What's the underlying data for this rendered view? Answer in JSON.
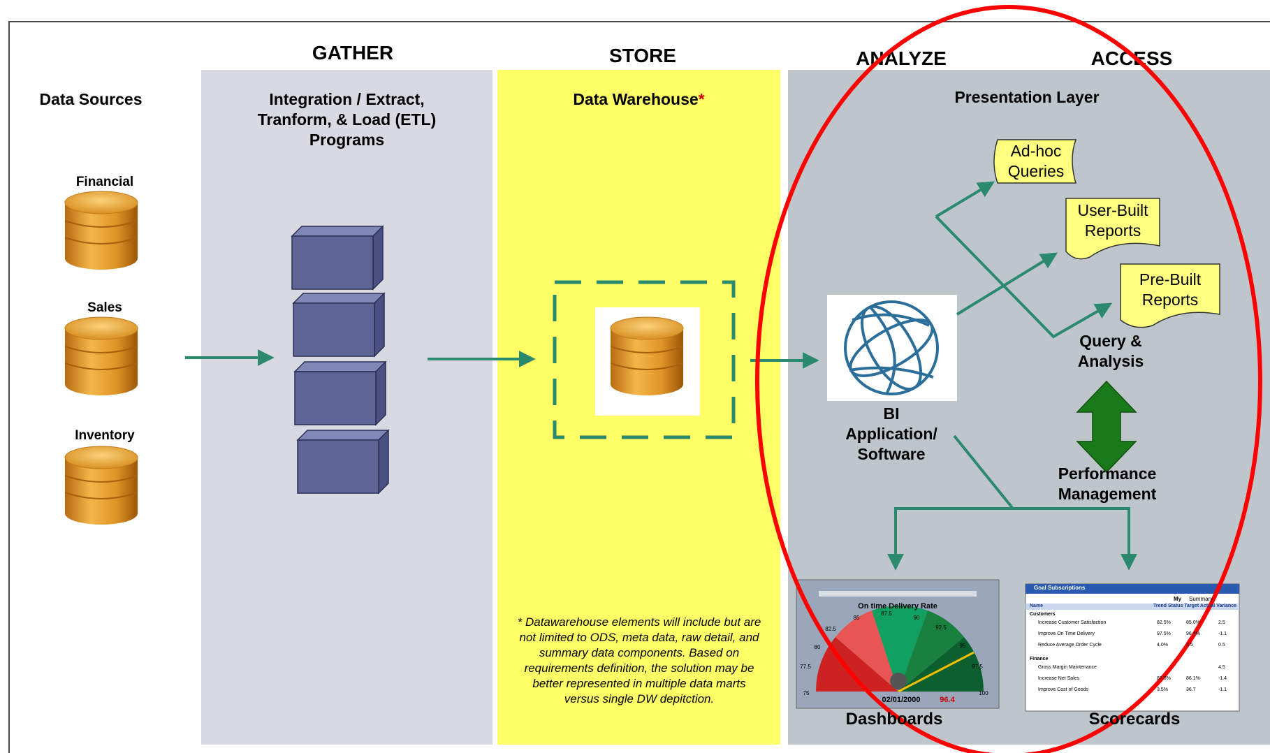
{
  "columns": {
    "gather": "GATHER",
    "store": "STORE",
    "analyze": "ANALYZE",
    "access": "ACCESS"
  },
  "data_sources": {
    "title": "Data Sources",
    "items": [
      "Financial",
      "Sales",
      "Inventory"
    ]
  },
  "etl": {
    "title_line1": "Integration / Extract,",
    "title_line2": "Tranform, & Load (ETL)",
    "title_line3": "Programs"
  },
  "warehouse": {
    "title": "Data Warehouse",
    "asterisk": "*",
    "note": "* Datawarehouse elements will include but are not limited to ODS, meta data, raw detail, and summary data components. Based on requirements definition, the solution may be better represented in multiple data marts versus single DW depitction."
  },
  "presentation": {
    "title": "Presentation Layer",
    "bi_line1": "BI",
    "bi_line2": "Application/",
    "bi_line3": "Software",
    "adhoc_line1": "Ad-hoc",
    "adhoc_line2": "Queries",
    "userbuilt_line1": "User-Built",
    "userbuilt_line2": "Reports",
    "prebuilt_line1": "Pre-Built",
    "prebuilt_line2": "Reports",
    "query_line1": "Query &",
    "query_line2": "Analysis",
    "perf_line1": "Performance",
    "perf_line2": "Management",
    "dashboards": "Dashboards",
    "scorecards": "Scorecards"
  },
  "dashboard_thumb": {
    "title": "On time Delivery Rate",
    "date": "02/01/2000",
    "value": "96.4",
    "ticks": [
      "75",
      "77.5",
      "80",
      "82.5",
      "85",
      "87.5",
      "90",
      "92.5",
      "95",
      "97.5",
      "100"
    ]
  },
  "scorecard_thumb": {
    "title": "Goal Subscriptions",
    "my_label": "My",
    "my_value": "Summary",
    "name_header": "Name",
    "cols_header": "Trend Status Target Actual Variance",
    "group1": "Customers",
    "group2": "Finance",
    "rows": [
      {
        "name": "Increase Customer Satisfaction",
        "target": "82.5%",
        "actual": "85.0%",
        "variance": "2.5"
      },
      {
        "name": "Improve On Time Delivery",
        "target": "97.5%",
        "actual": "96.4%",
        "variance": "-1.1"
      },
      {
        "name": "Reduce Average Order Cycle",
        "target": "4.0%",
        "actual": "3.5",
        "variance": "0.5"
      },
      {
        "name": "Gross Margin Maintenance",
        "target": "",
        "actual": "",
        "variance": "4.5"
      },
      {
        "name": "Increase Net Sales",
        "target": "87.5%",
        "actual": "86.1%",
        "variance": "-1.4"
      },
      {
        "name": "Improve Cost of Goods",
        "target": "3.5%",
        "actual": "36.7",
        "variance": "-1.1"
      }
    ]
  },
  "colors": {
    "arrow": "#2b8a6e",
    "ellipse": "#ff0000",
    "cylinder": "#e8a030",
    "etl_block": "#5e6596",
    "double_arrow": "#1a7a1a",
    "doc_fill": "#ffff80"
  }
}
